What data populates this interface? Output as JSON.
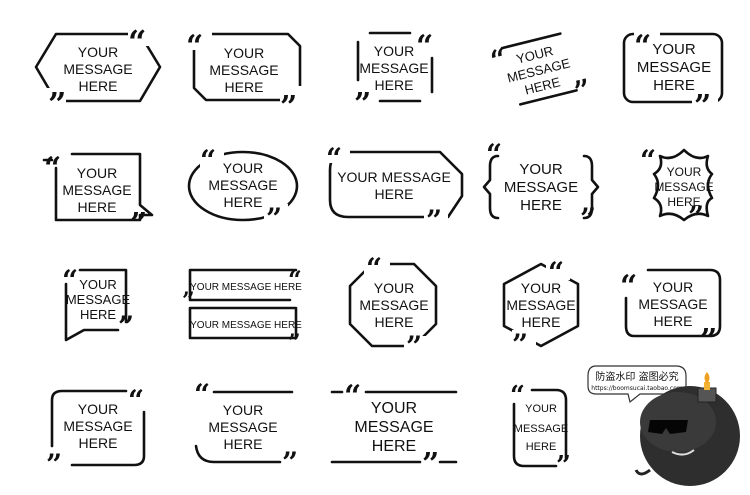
{
  "quote_open": "“",
  "quote_close": "”",
  "frames": [
    {
      "id": "r1c1",
      "lines": [
        "YOUR",
        "MESSAGE",
        "HERE"
      ]
    },
    {
      "id": "r1c2",
      "lines": [
        "YOUR",
        "MESSAGE",
        "HERE"
      ]
    },
    {
      "id": "r1c3",
      "lines": [
        "YOUR",
        "MESSAGE",
        "HERE"
      ]
    },
    {
      "id": "r1c4",
      "lines": [
        "YOUR",
        "MESSAGE",
        "HERE"
      ]
    },
    {
      "id": "r1c5",
      "lines": [
        "YOUR",
        "MESSAGE",
        "HERE"
      ]
    },
    {
      "id": "r2c1",
      "lines": [
        "YOUR",
        "MESSAGE",
        "HERE"
      ]
    },
    {
      "id": "r2c2",
      "lines": [
        "YOUR",
        "MESSAGE",
        "HERE"
      ]
    },
    {
      "id": "r2c3",
      "lines": [
        "YOUR MESSAGE",
        "HERE"
      ]
    },
    {
      "id": "r2c4",
      "lines": [
        "YOUR",
        "MESSAGE",
        "HERE"
      ]
    },
    {
      "id": "r2c5",
      "lines": [
        "YOUR",
        "MESSAGE",
        "HERE"
      ]
    },
    {
      "id": "r3c1",
      "lines": [
        "YOUR",
        "MESSAGE",
        "HERE"
      ]
    },
    {
      "id": "r3c2a",
      "lines": [
        "YOUR  MESSAGE  HERE"
      ]
    },
    {
      "id": "r3c2b",
      "lines": [
        "YOUR  MESSAGE  HERE"
      ]
    },
    {
      "id": "r3c3",
      "lines": [
        "YOUR",
        "MESSAGE",
        "HERE"
      ]
    },
    {
      "id": "r3c4",
      "lines": [
        "YOUR",
        "MESSAGE",
        "HERE"
      ]
    },
    {
      "id": "r3c5",
      "lines": [
        "YOUR",
        "MESSAGE",
        "HERE"
      ]
    },
    {
      "id": "r4c1",
      "lines": [
        "YOUR",
        "MESSAGE",
        "HERE"
      ]
    },
    {
      "id": "r4c2",
      "lines": [
        "YOUR",
        "MESSAGE",
        "HERE"
      ]
    },
    {
      "id": "r4c3",
      "lines": [
        "YOUR",
        "MESSAGE",
        "HERE"
      ]
    },
    {
      "id": "r4c4",
      "lines": [
        "YOUR",
        "MESSAGE",
        "HERE"
      ]
    }
  ],
  "watermark": {
    "line1": "防盗水印 盗图必究",
    "line2": "https://boomsucai.taobao.com"
  }
}
